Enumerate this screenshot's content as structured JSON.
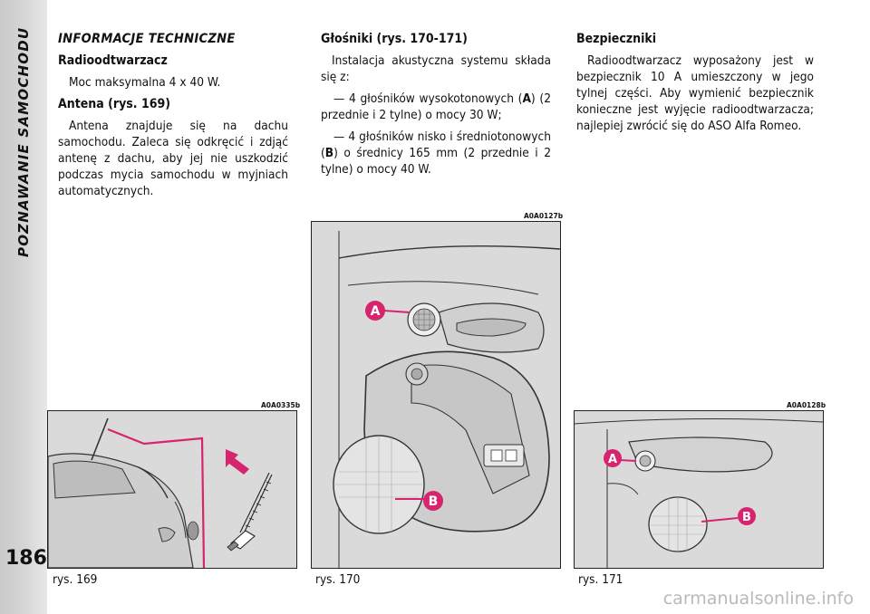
{
  "sidebar": {
    "section_title": "POZNAWANIE SAMOCHODU",
    "page_number": "186"
  },
  "col1": {
    "title": "INFORMACJE TECHNICZNE",
    "h_radio": "Radioodtwarzacz",
    "radio_text": "Moc maksymalna 4 x 40 W.",
    "h_antenna": "Antena (rys. 169)",
    "antenna_text": "Antena znajduje się na dachu samochodu. Zaleca się odkręcić i zdjąć antenę z dachu, aby jej nie uszkodzić podczas mycia samochodu w myjniach automatycznych."
  },
  "col2": {
    "h_speakers": "Głośniki (rys. 170-171)",
    "intro": "Instalacja akustyczna systemu składa się z:",
    "item1_pre": "— 4 głośników wysokotonowych (",
    "item1_label": "A",
    "item1_post": ") (2 przednie i 2 tylne) o mocy 30 W;",
    "item2_pre": "— 4 głośników nisko i średniotonowych (",
    "item2_label": "B",
    "item2_post": ") o średnicy 165 mm (2 przednie i 2 tylne) o mocy 40 W."
  },
  "col3": {
    "h_fuses": "Bezpieczniki",
    "fuses_text": "Radioodtwarzacz wyposażony jest w bezpiecznik 10 A umieszczony w jego tylnej części. Aby wymienić bezpiecznik konieczne jest wyjęcie radioodtwarzacza; najlepiej zwrócić się do ASO Alfa Romeo."
  },
  "figures": {
    "f169": {
      "code": "A0A0335b",
      "caption": "rys. 169"
    },
    "f170": {
      "code": "A0A0127b",
      "caption": "rys. 170",
      "label_a": "A",
      "label_b": "B"
    },
    "f171": {
      "code": "A0A0128b",
      "caption": "rys. 171",
      "label_a": "A",
      "label_b": "B"
    }
  },
  "colors": {
    "accent_magenta": "#d6246e",
    "figure_bg": "#d9d9d9",
    "sidebar_gray": "#d0d0d0"
  },
  "watermark": "carmanualsonline.info"
}
